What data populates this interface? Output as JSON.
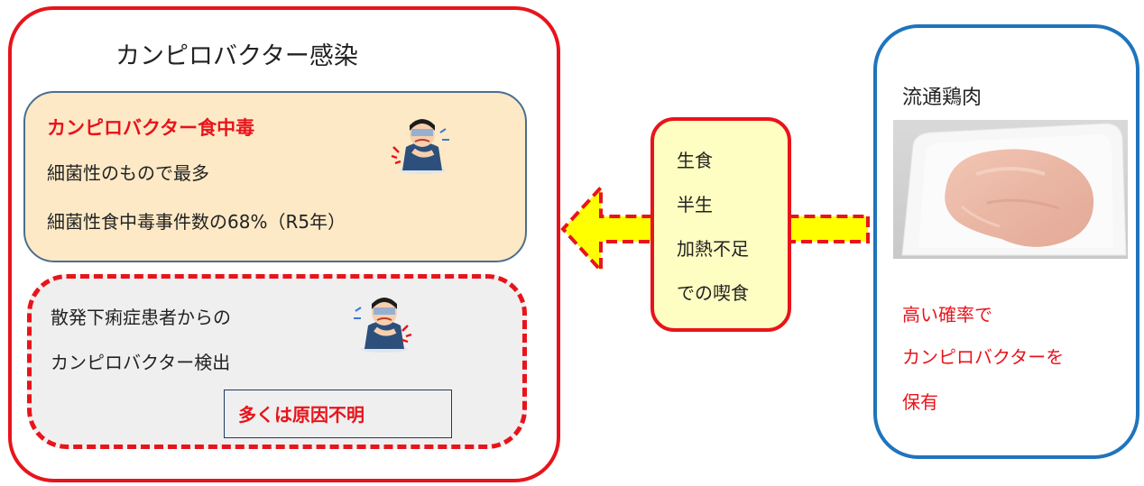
{
  "infection": {
    "title": "カンピロバクター感染",
    "food_poisoning": {
      "heading": "カンピロバクター食中毒",
      "line1": "細菌性のもので最多",
      "line2": "細菌性食中毒事件数の68%（R5年）"
    },
    "sporadic": {
      "line1": "散発下痢症患者からの",
      "line2": "カンピロバクター検出",
      "note": "多くは原因不明"
    }
  },
  "consumption": {
    "lines": [
      "生食",
      "半生",
      "加熱不足",
      "での喫食"
    ]
  },
  "chicken": {
    "title": "流通鶏肉",
    "lines": [
      "高い確率で",
      "カンピロバクターを",
      "保有"
    ]
  },
  "colors": {
    "red": "#e8141b",
    "blue": "#1f74bd",
    "food_box_fill": "#fde9c6",
    "arrow_fill": "#ffff00"
  },
  "icons": [
    "sick-person-icon",
    "sick-person-icon",
    "chicken-meat-photo",
    "arrow-left-icon"
  ]
}
